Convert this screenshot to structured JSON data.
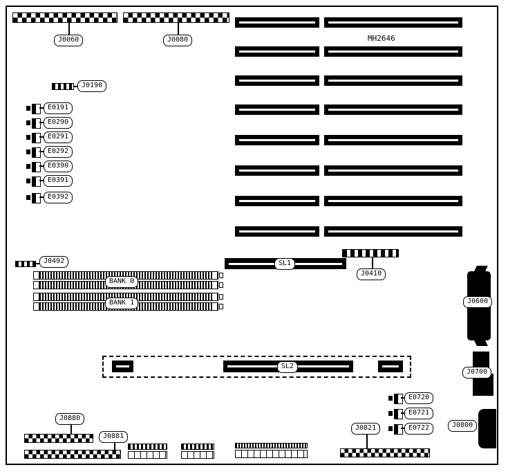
{
  "colors": {
    "line": "#000000",
    "background": "#ffffff"
  },
  "labels": {
    "j0060": "J0060",
    "j0080": "J0080",
    "mh2646": "MH2646",
    "j0190": "J0190",
    "e0191": "E0191",
    "e0290": "E0290",
    "e0291": "E0291",
    "e0292": "E0292",
    "e0390": "E0390",
    "e0391": "E0391",
    "e0392": "E0392",
    "j0492": "J0492",
    "sl1": "SL1",
    "j0410": "J0410",
    "bank0": "BANK 0",
    "bank1": "BANK 1",
    "j0600": "J0600",
    "sl2": "SL2",
    "j0700": "J0700",
    "e0720": "E0720",
    "e0721": "E0721",
    "e0722": "E0722",
    "j0800": "J0800",
    "j0880": "J0880",
    "j0881": "J0881",
    "j0821": "J0821"
  }
}
